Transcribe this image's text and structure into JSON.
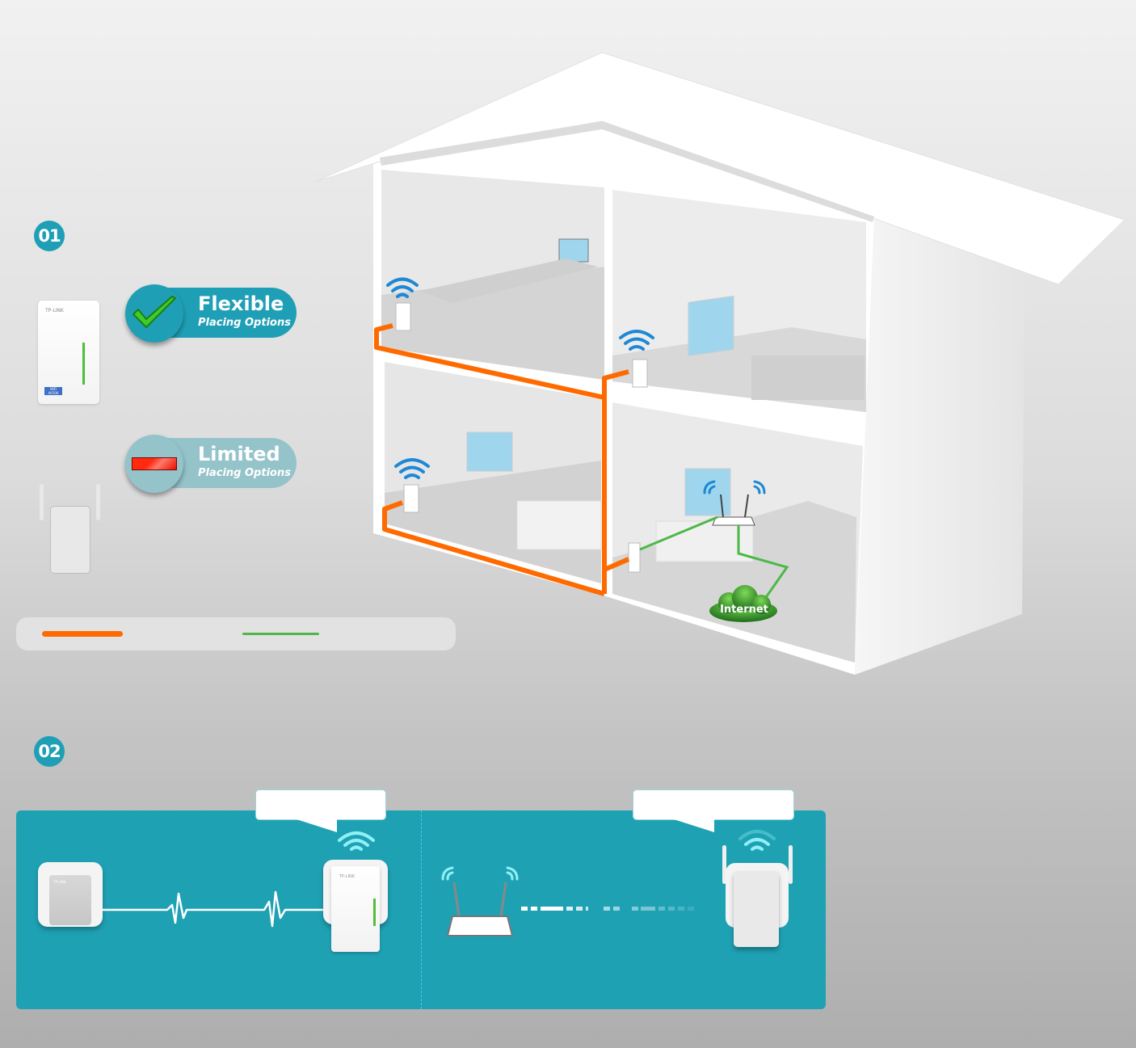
{
  "section1": {
    "number": "01",
    "flexible": {
      "title": "Flexible",
      "subtitle": "Placing Options",
      "icon": "checkmark-icon"
    },
    "limited": {
      "title": "Limited",
      "subtitle": "Placing Options",
      "icon": "minus-icon"
    },
    "device_brand": "TP-LINK",
    "device_badge": "WiFi AV500"
  },
  "legend": {
    "powerline_color": "#ff6a00",
    "ethernet_color": "#4db848"
  },
  "house": {
    "internet_label": "Internet",
    "powerline_color": "#ff6a00",
    "ethernet_color": "#4db848",
    "wifi_color": "#1e88d6"
  },
  "section2": {
    "number": "02",
    "left_device_brand": "TP-LINK",
    "right_device_brand": "TP-LINK",
    "panel_color": "#1fa1b4",
    "wifi_color": "#8ff0f5"
  }
}
